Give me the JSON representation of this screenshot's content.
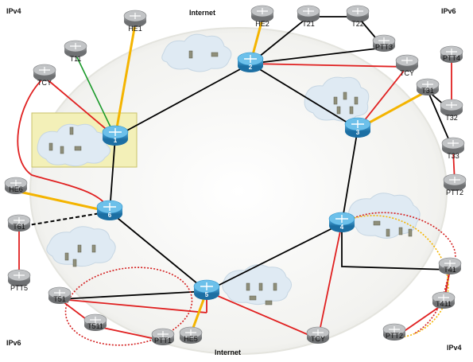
{
  "corners": {
    "top_left": "IPv4",
    "top_right": "IPv6",
    "bottom_left": "IPv6",
    "bottom_right": "IPv4"
  },
  "internet_top": "Internet",
  "internet_bottom": "Internet",
  "routers": {
    "r1": "1",
    "r2": "2",
    "r3": "3",
    "r4": "4",
    "r5": "5",
    "r6": "6"
  },
  "devices": {
    "he1": "HE1",
    "t11": "T11",
    "tcy_nw": "TCY",
    "he2": "HE2",
    "t21": "T21",
    "t22": "T22",
    "ptt3": "PTT3",
    "tcy_ne": "TCY",
    "ptt4": "PTT4",
    "t31": "T31",
    "t32": "T32",
    "t33": "T33",
    "ptt2_e": "PTT2",
    "he6": "HE6",
    "t61": "T61",
    "ptt5": "PTT5",
    "t41": "T41",
    "t411": "T411",
    "ptt2_se": "PTT2",
    "t51": "T51",
    "t511": "T511",
    "ptt1": "PTT1",
    "he5": "HE5",
    "tcy_s": "TCY"
  },
  "colors": {
    "ring": "#000000",
    "red": "#e02020",
    "yellow": "#f4b400",
    "green": "#1a9a2a",
    "router": "#2b8fc9",
    "switch": "#8a8c8e"
  }
}
